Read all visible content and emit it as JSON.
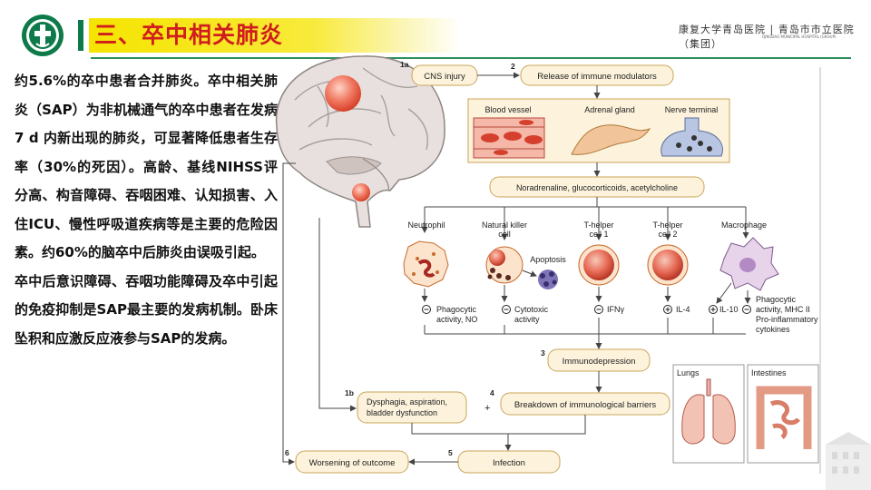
{
  "header": {
    "title": "三、卒中相关肺炎",
    "hospital_name": "康复大学青岛医院 | 青岛市市立医院（集团）",
    "hospital_sub": "QINGDAO MUNICIPAL HOSPITAL (GROUP)"
  },
  "body_text": {
    "para1": "约5.6%的卒中患者合并肺炎。卒中相关肺炎（SAP）为非机械通气的卒中患者在发病7 d 内新出现的肺炎，可显著降低患者生存率（30%的死因）。高龄、基线NIHSS评分高、构音障碍、吞咽困难、认知损害、入住ICU、慢性呼吸道疾病等是主要的危险因素。约60%的脑卒中后肺炎由误吸引起。",
    "para2": "卒中后意识障碍、吞咽功能障碍及卒中引起的免疫抑制是SAP最主要的发病机制。卧床坠积和应激反应液参与SAP的发病。"
  },
  "diagram": {
    "step_1a": "1a",
    "step_2": "2",
    "step_3": "3",
    "step_1b": "1b",
    "step_4": "4",
    "step_5": "5",
    "step_6": "6",
    "cns_injury": "CNS injury",
    "release": "Release of immune modulators",
    "blood_vessel": "Blood vessel",
    "adrenal_gland": "Adrenal gland",
    "nerve_terminal": "Nerve terminal",
    "neurotransmitters": "Noradrenaline, glucocorticoids, acetylcholine",
    "neutrophil": "Neutrophil",
    "nk_cell_1": "Natural killer",
    "nk_cell_2": "cell",
    "th1_1": "T-helper",
    "th1_2": "cell 1",
    "th2_1": "T-helper",
    "th2_2": "cell 2",
    "macrophage": "Macrophage",
    "apoptosis": "Apoptosis",
    "phago_1": "Phagocytic",
    "phago_2": "activity, NO",
    "cyto_1": "Cytotoxic",
    "cyto_2": "activity",
    "ifn": "IFNγ",
    "il4": "IL-4",
    "il10": "IL-10",
    "mac_out_1": "Phagocytic",
    "mac_out_2": "activity, MHC II",
    "mac_out_3": "Pro-inflammatory",
    "mac_out_4": "cytokines",
    "immunodepression": "Immunodepression",
    "lungs": "Lungs",
    "intestines": "Intestines",
    "dysphagia_1": "Dysphagia, aspiration,",
    "dysphagia_2": "bladder dysfunction",
    "breakdown": "Breakdown of immunological barriers",
    "plus": "+",
    "infection": "Infection",
    "worsening": "Worsening of outcome"
  },
  "colors": {
    "title_red": "#d01d1d",
    "title_band_yellow": "#f5e400",
    "brand_green": "#0e7a4a",
    "box_fill": "#fdf3dc",
    "box_stroke": "#c9a55a",
    "lesion_red": "#e8503a"
  }
}
